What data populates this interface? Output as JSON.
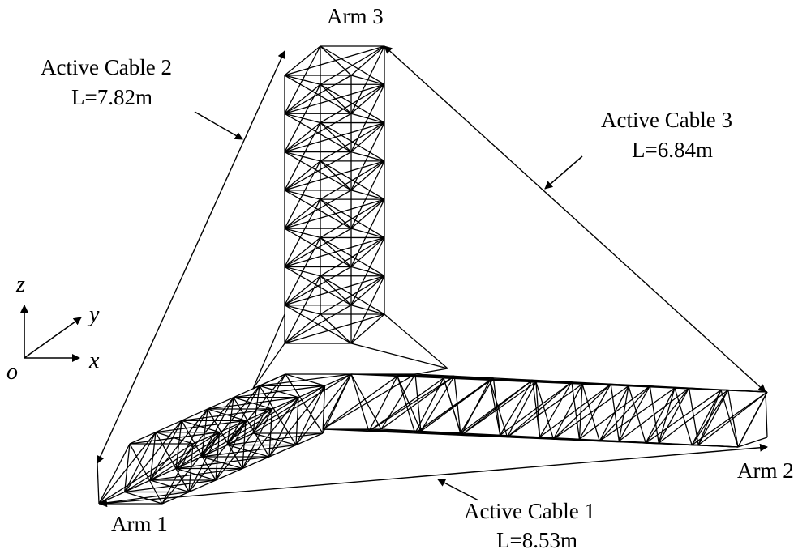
{
  "arms": {
    "arm1": "Arm 1",
    "arm2": "Arm 2",
    "arm3": "Arm 3"
  },
  "cables": [
    {
      "title": "Active Cable 1",
      "length": "L=8.53m"
    },
    {
      "title": "Active Cable 2",
      "length": "L=7.82m"
    },
    {
      "title": "Active Cable 3",
      "length": "L=6.84m"
    }
  ],
  "axes": {
    "x": "x",
    "y": "y",
    "z": "z",
    "origin": "o"
  }
}
